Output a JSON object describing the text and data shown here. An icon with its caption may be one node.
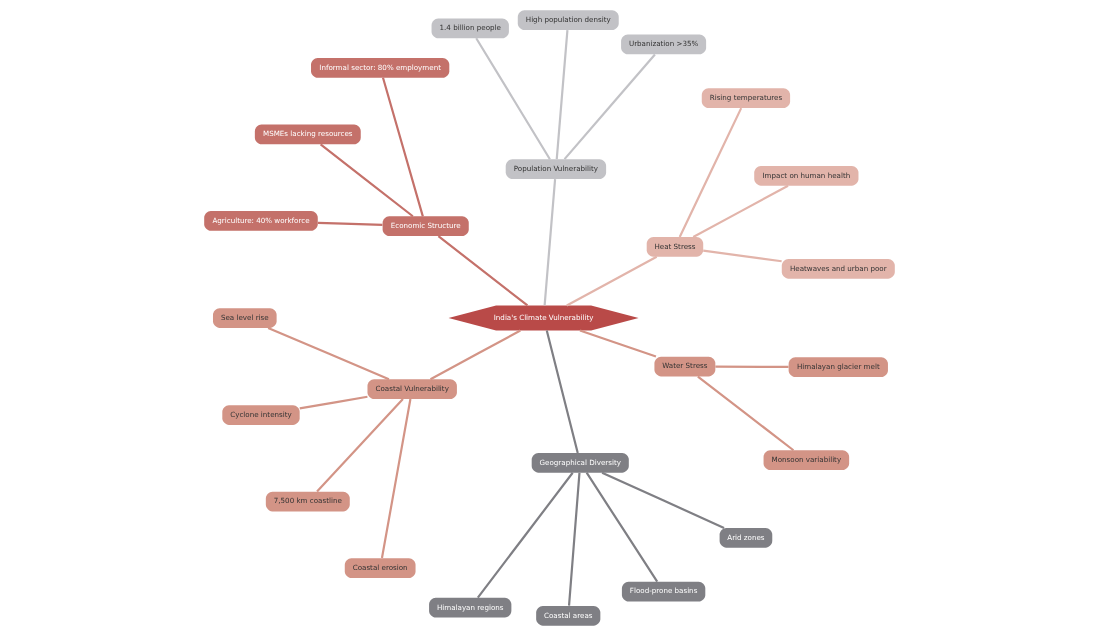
{
  "diagram": {
    "nodes": [
      {
        "text": [
          "India's Climate Vulnerability"
        ]
      },
      {
        "text": [
          "Heat Stress"
        ]
      },
      {
        "text": [
          "Heatwaves and urban poor"
        ]
      },
      {
        "text": [
          "Impact on human health"
        ]
      },
      {
        "text": [
          "Rising temperatures"
        ]
      },
      {
        "text": [
          "Population Vulnerability"
        ]
      },
      {
        "text": [
          "Urbanization >35%"
        ]
      },
      {
        "text": [
          "High population density"
        ]
      },
      {
        "text": [
          "1.4 billion people"
        ]
      },
      {
        "text": [
          "Economic Structure"
        ]
      },
      {
        "text": [
          "Informal sector: 80% employment"
        ]
      },
      {
        "text": [
          "MSMEs lacking resources"
        ]
      },
      {
        "text": [
          "Agriculture: 40% workforce"
        ]
      },
      {
        "text": [
          "Coastal Vulnerability"
        ]
      },
      {
        "text": [
          "Sea level rise"
        ]
      },
      {
        "text": [
          "Cyclone intensity"
        ]
      },
      {
        "text": [
          "7,500 km coastline"
        ]
      },
      {
        "text": [
          "Coastal erosion"
        ]
      },
      {
        "text": [
          "Geographical Diversity"
        ]
      },
      {
        "text": [
          "Himalayan regions"
        ]
      },
      {
        "text": [
          "Coastal areas"
        ]
      },
      {
        "text": [
          "Flood-prone basins"
        ]
      },
      {
        "text": [
          "Arid zones"
        ]
      },
      {
        "text": [
          "Water Stress"
        ]
      },
      {
        "text": [
          "Monsoon variability"
        ]
      },
      {
        "text": [
          "Himalayan glacier melt"
        ]
      }
    ],
    "edges": [
      {
        "from": 0,
        "to": 1,
        "arrow": "none",
        "color": "#e2b4aa"
      },
      {
        "from": 1,
        "to": 2,
        "arrow": "none",
        "color": "#e2b4aa"
      },
      {
        "from": 1,
        "to": 3,
        "arrow": "none",
        "color": "#e2b4aa"
      },
      {
        "from": 1,
        "to": 4,
        "arrow": "none",
        "color": "#e2b4aa"
      },
      {
        "from": 0,
        "to": 5,
        "arrow": "none",
        "color": "#c2c2c6"
      },
      {
        "from": 5,
        "to": 6,
        "arrow": "none",
        "color": "#c2c2c6"
      },
      {
        "from": 5,
        "to": 7,
        "arrow": "none",
        "color": "#c2c2c6"
      },
      {
        "from": 5,
        "to": 8,
        "arrow": "none",
        "color": "#c2c2c6"
      },
      {
        "from": 0,
        "to": 9,
        "arrow": "none",
        "color": "#c4716a"
      },
      {
        "from": 9,
        "to": 10,
        "arrow": "none",
        "color": "#c4716a"
      },
      {
        "from": 9,
        "to": 11,
        "arrow": "none",
        "color": "#c4716a"
      },
      {
        "from": 9,
        "to": 12,
        "arrow": "none",
        "color": "#c4716a"
      },
      {
        "from": 0,
        "to": 13,
        "arrow": "none",
        "color": "#d39486"
      },
      {
        "from": 13,
        "to": 14,
        "arrow": "none",
        "color": "#d39486"
      },
      {
        "from": 13,
        "to": 15,
        "arrow": "none",
        "color": "#d39486"
      },
      {
        "from": 13,
        "to": 16,
        "arrow": "none",
        "color": "#d39486"
      },
      {
        "from": 13,
        "to": 17,
        "arrow": "none",
        "color": "#d39486"
      },
      {
        "from": 0,
        "to": 18,
        "arrow": "none",
        "color": "#7f7f84"
      },
      {
        "from": 18,
        "to": 19,
        "arrow": "none",
        "color": "#7f7f84"
      },
      {
        "from": 18,
        "to": 20,
        "arrow": "none",
        "color": "#7f7f84"
      },
      {
        "from": 18,
        "to": 21,
        "arrow": "none",
        "color": "#7f7f84"
      },
      {
        "from": 18,
        "to": 22,
        "arrow": "none",
        "color": "#7f7f84"
      },
      {
        "from": 0,
        "to": 23,
        "arrow": "none",
        "color": "#d39486"
      },
      {
        "from": 23,
        "to": 24,
        "arrow": "none",
        "color": "#d39486"
      },
      {
        "from": 23,
        "to": 25,
        "arrow": "none",
        "color": "#d39486"
      }
    ]
  }
}
